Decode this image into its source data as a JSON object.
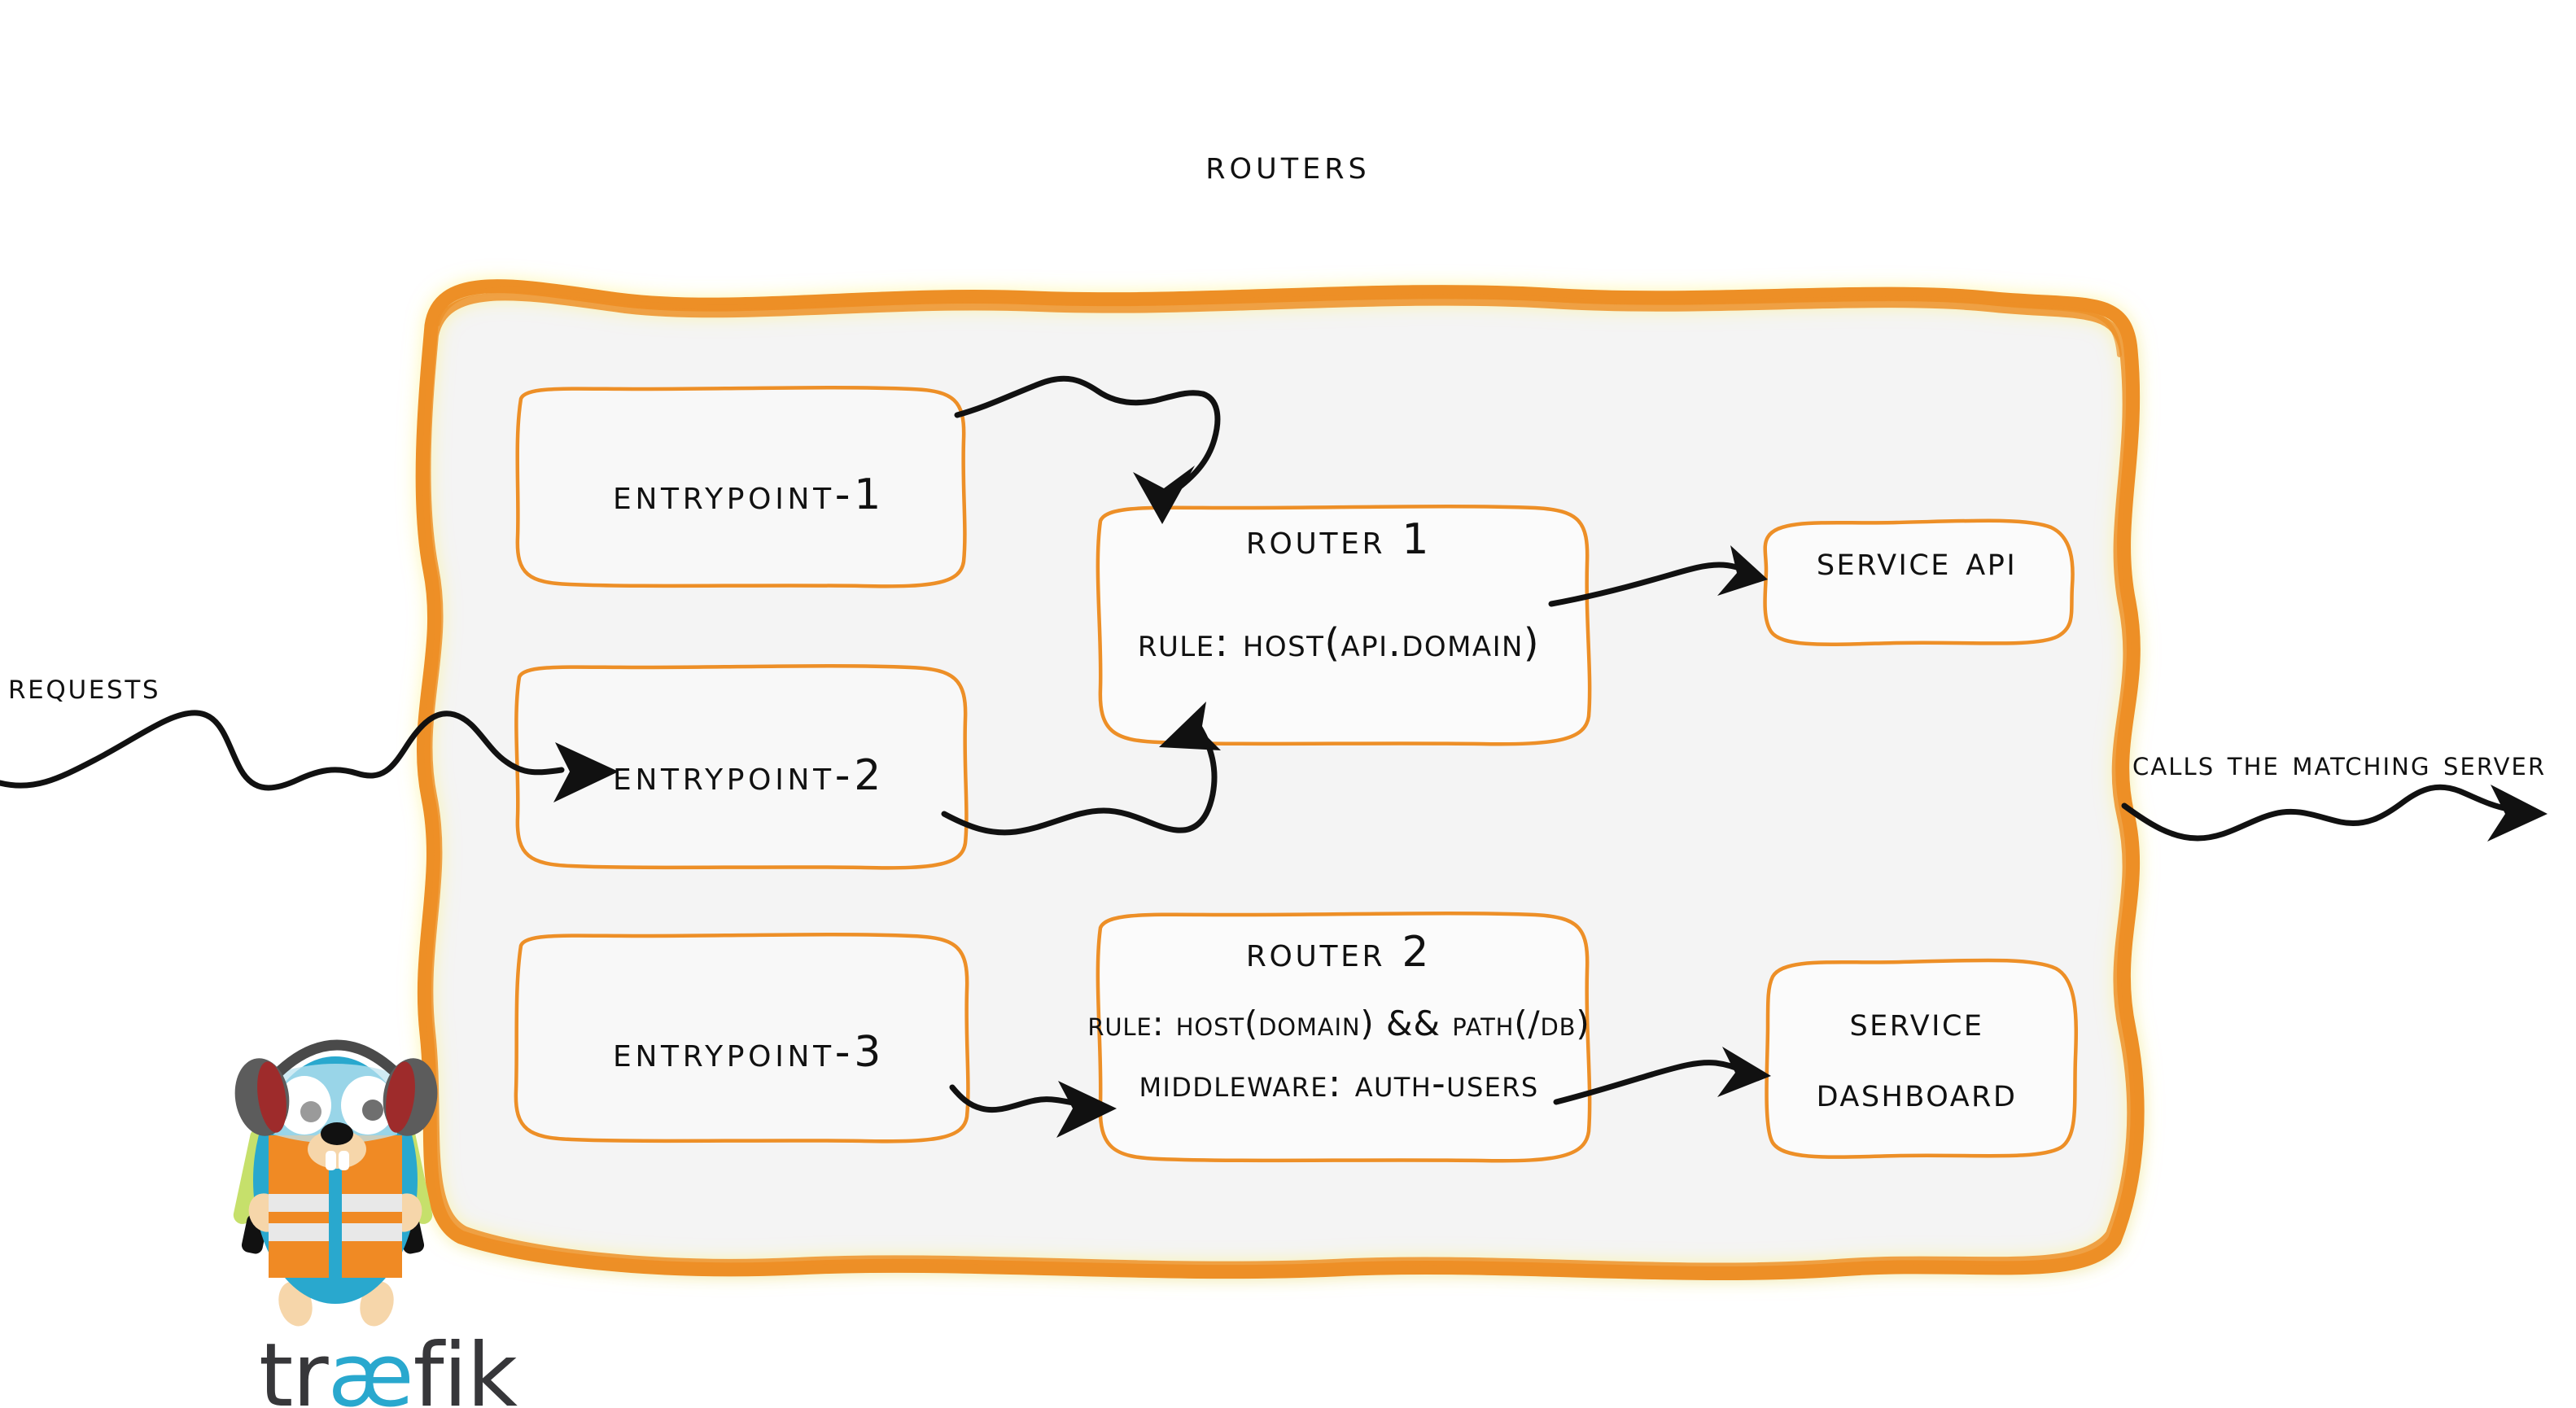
{
  "diagram": {
    "title": "Routers",
    "accent_color": "#ED8F27",
    "panel_fill": "#F4F4F4",
    "text_color": "#111111"
  },
  "entrypoints": [
    {
      "label": "entrypoint-1"
    },
    {
      "label": "entrypoint-2"
    },
    {
      "label": "entrypoint-3"
    }
  ],
  "routers": [
    {
      "name": "Router 1",
      "rule": "rule: Host(api.domain)"
    },
    {
      "name": "Router 2",
      "rule": "rule: Host(domain) && Path(/db)",
      "middleware": "Middleware: auth-users"
    }
  ],
  "services": [
    {
      "label": "Service API"
    },
    {
      "line1": "Service",
      "line2": "Dashboard"
    }
  ],
  "flows": {
    "ingress_label": "Requests",
    "egress_label": "Calls the matching server"
  },
  "logo": {
    "wordmark_pre": "tr",
    "wordmark_ae": "æ",
    "wordmark_post": "fik",
    "body_color": "#29A8CE",
    "vest_color": "#F08A24",
    "ae_color": "#29A8CE",
    "word_color": "#37373A"
  }
}
